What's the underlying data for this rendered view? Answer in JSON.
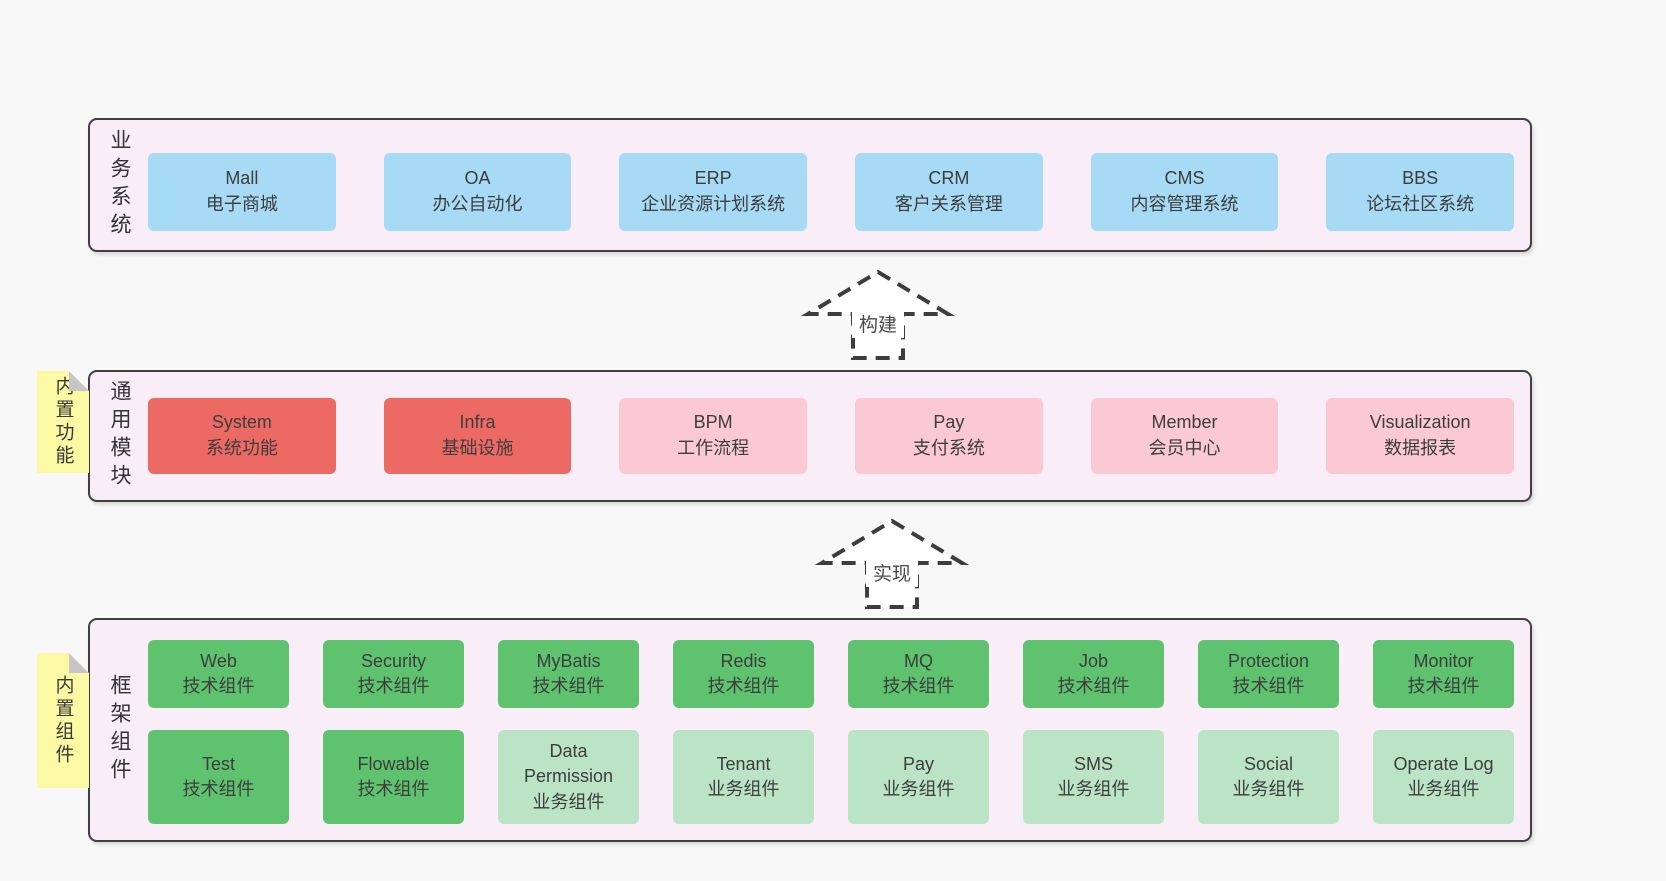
{
  "palette": {
    "page_bg": "#f8f8f8",
    "band_bg": "#f9edf7",
    "band_border": "#404040",
    "box_text": "#3d3d3d",
    "blue": "#a7daf4",
    "red": "#ed6a64",
    "pink": "#fac9d3",
    "green": "#5ec26f",
    "light_green": "#bae4c5",
    "sticky_yellow": "#fbf9a3",
    "sticky_fold": "#c6c6c6",
    "arrow_stroke": "#3d3d3d"
  },
  "bands": {
    "business": {
      "label": "业务系统",
      "boxes": [
        {
          "en": "Mall",
          "zh": "电子商城",
          "variant": "blue"
        },
        {
          "en": "OA",
          "zh": "办公自动化",
          "variant": "blue"
        },
        {
          "en": "ERP",
          "zh": "企业资源计划系统",
          "variant": "blue"
        },
        {
          "en": "CRM",
          "zh": "客户关系管理",
          "variant": "blue"
        },
        {
          "en": "CMS",
          "zh": "内容管理系统",
          "variant": "blue"
        },
        {
          "en": "BBS",
          "zh": "论坛社区系统",
          "variant": "blue"
        }
      ]
    },
    "modules": {
      "label": "通用模块",
      "sticky": "内置功能",
      "boxes": [
        {
          "en": "System",
          "zh": "系统功能",
          "variant": "red"
        },
        {
          "en": "Infra",
          "zh": "基础设施",
          "variant": "red"
        },
        {
          "en": "BPM",
          "zh": "工作流程",
          "variant": "pink"
        },
        {
          "en": "Pay",
          "zh": "支付系统",
          "variant": "pink"
        },
        {
          "en": "Member",
          "zh": "会员中心",
          "variant": "pink"
        },
        {
          "en": "Visualization",
          "zh": "数据报表",
          "variant": "pink"
        }
      ]
    },
    "components": {
      "label": "框架组件",
      "sticky": "内置组件",
      "boxes": [
        {
          "en": "Web",
          "zh": "技术组件",
          "variant": "green"
        },
        {
          "en": "Security",
          "zh": "技术组件",
          "variant": "green"
        },
        {
          "en": "MyBatis",
          "zh": "技术组件",
          "variant": "green"
        },
        {
          "en": "Redis",
          "zh": "技术组件",
          "variant": "green"
        },
        {
          "en": "MQ",
          "zh": "技术组件",
          "variant": "green"
        },
        {
          "en": "Job",
          "zh": "技术组件",
          "variant": "green"
        },
        {
          "en": "Protection",
          "zh": "技术组件",
          "variant": "green"
        },
        {
          "en": "Monitor",
          "zh": "技术组件",
          "variant": "green"
        },
        {
          "en": "Test",
          "zh": "技术组件",
          "variant": "green"
        },
        {
          "en": "Flowable",
          "zh": "技术组件",
          "variant": "green"
        },
        {
          "en": "Data Permission",
          "zh": "业务组件",
          "variant": "light-green"
        },
        {
          "en": "Tenant",
          "zh": "业务组件",
          "variant": "light-green"
        },
        {
          "en": "Pay",
          "zh": "业务组件",
          "variant": "light-green"
        },
        {
          "en": "SMS",
          "zh": "业务组件",
          "variant": "light-green"
        },
        {
          "en": "Social",
          "zh": "业务组件",
          "variant": "light-green"
        },
        {
          "en": "Operate Log",
          "zh": "业务组件",
          "variant": "light-green"
        }
      ]
    }
  },
  "arrows": [
    {
      "label": "构建"
    },
    {
      "label": "实现"
    }
  ]
}
